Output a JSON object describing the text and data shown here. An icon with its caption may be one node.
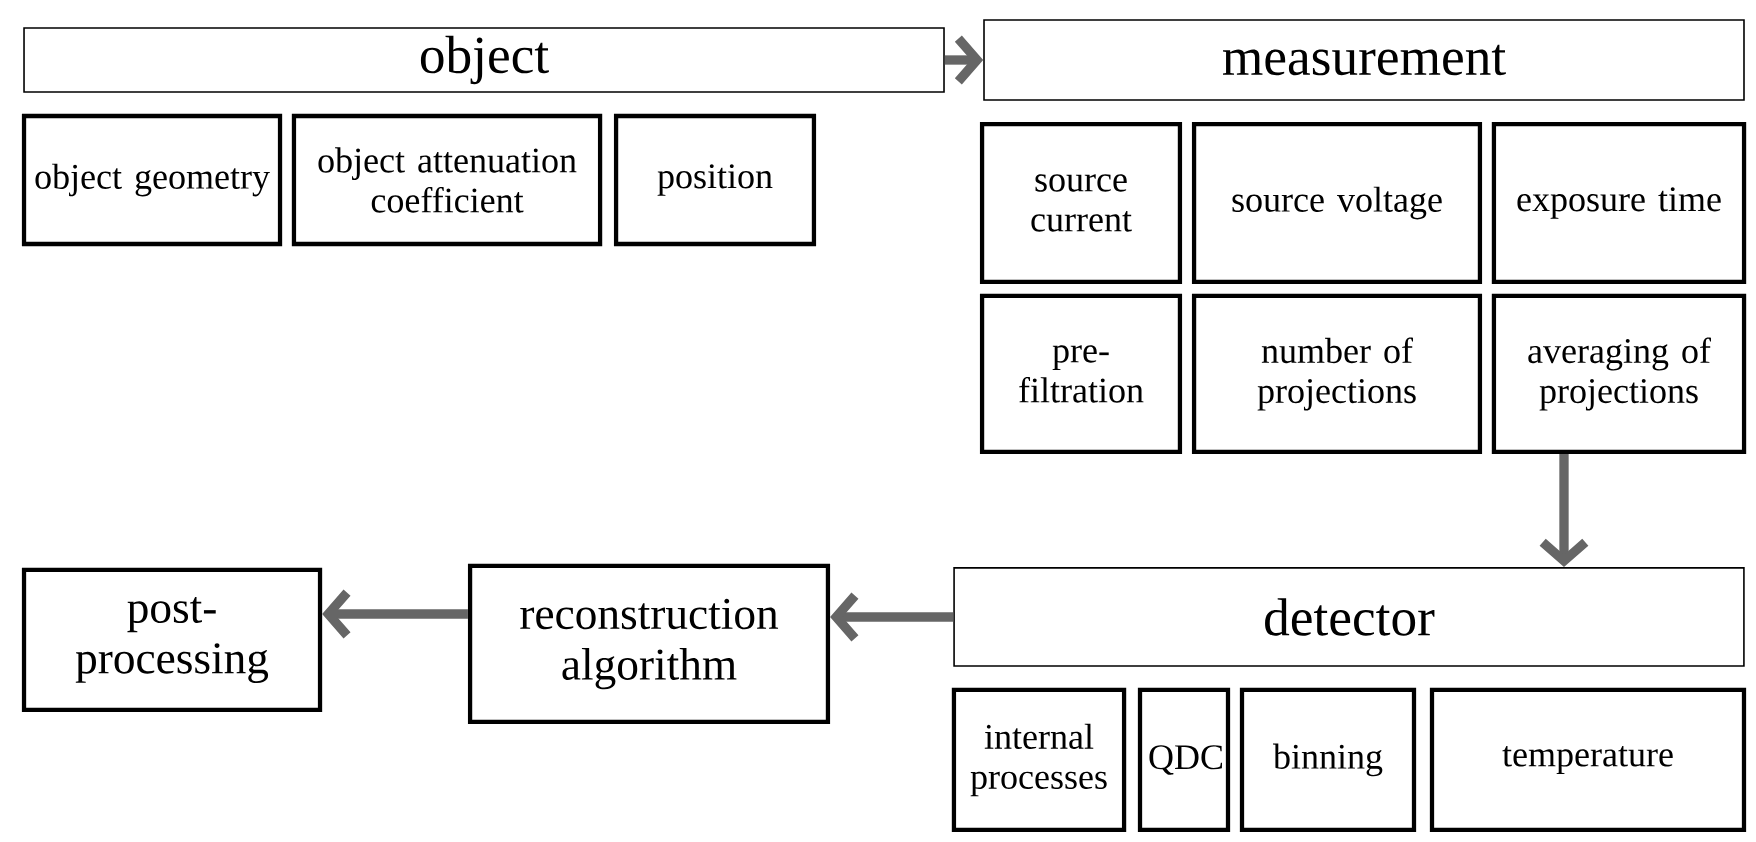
{
  "diagram": {
    "nodes": [
      {
        "text": [
          "object"
        ]
      },
      {
        "text": [
          "object geometry"
        ]
      },
      {
        "text": [
          "object attenuation coefficient"
        ]
      },
      {
        "text": [
          "position"
        ]
      },
      {
        "text": [
          "measurement"
        ]
      },
      {
        "text": [
          "source current"
        ]
      },
      {
        "text": [
          "source voltage"
        ]
      },
      {
        "text": [
          "exposure time"
        ]
      },
      {
        "text": [
          "pre-filtration"
        ]
      },
      {
        "text": [
          "number of projections"
        ]
      },
      {
        "text": [
          "averaging of projections"
        ]
      },
      {
        "text": [
          "detector"
        ]
      },
      {
        "text": [
          "internal processes"
        ]
      },
      {
        "text": [
          "QDC"
        ]
      },
      {
        "text": [
          "binning"
        ]
      },
      {
        "text": [
          "temperature"
        ]
      },
      {
        "text": [
          "reconstruction algorithm"
        ]
      },
      {
        "text": [
          "post-processing"
        ]
      }
    ],
    "edges": [
      {
        "from": 0,
        "to": 4,
        "arrow": "to"
      },
      {
        "from": 10,
        "to": 11,
        "arrow": "to"
      },
      {
        "from": 11,
        "to": 16,
        "arrow": "to"
      },
      {
        "from": 16,
        "to": 17,
        "arrow": "to"
      }
    ]
  }
}
